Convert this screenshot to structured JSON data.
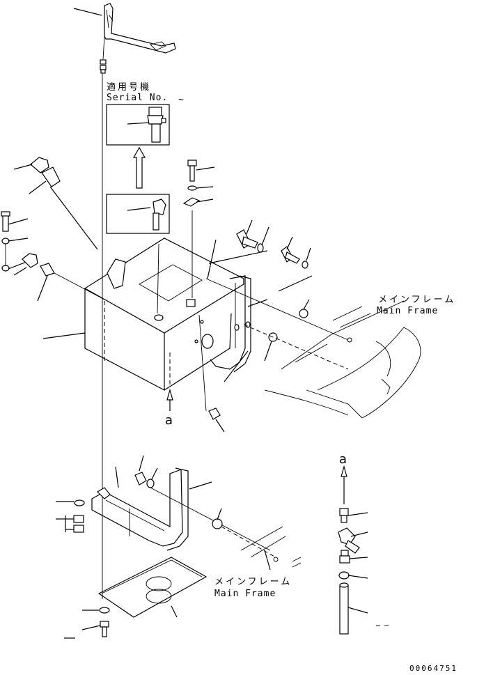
{
  "serial_box": {
    "jp_label": "適用号機",
    "en_label": "Serial No.",
    "range_symbol": "~"
  },
  "main_frame_upper": {
    "jp": "メインフレーム",
    "en": "Main Frame"
  },
  "main_frame_lower": {
    "jp": "メインフレーム",
    "en": "Main Frame"
  },
  "view_marker_main": "a",
  "view_marker_detail": "a",
  "drawing_number": "00064751"
}
